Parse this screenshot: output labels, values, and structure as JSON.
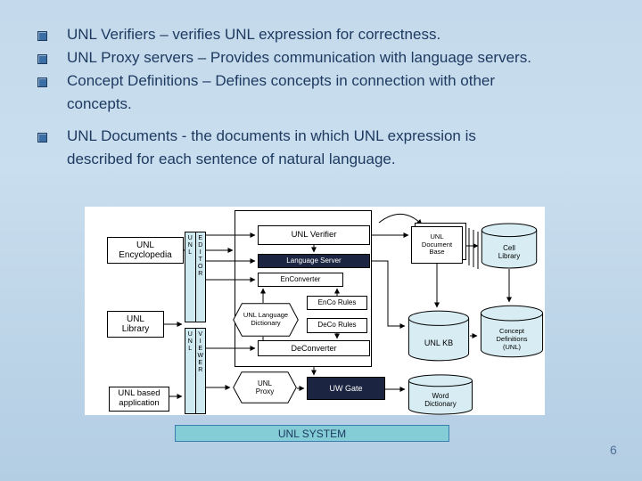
{
  "bullets": [
    "UNL Verifiers – verifies UNL expression for correctness.",
    "UNL Proxy servers – Provides communication with language servers.",
    "Concept Definitions – Defines concepts in connection with other\nconcepts.",
    "UNL Documents - the documents in which UNL expression is\ndescribed for each sentence of natural language."
  ],
  "diagram": {
    "nodes": {
      "unl_encyclopedia": "UNL\nEncyclopedia",
      "unl_library": "UNL\nLibrary",
      "unl_based_application": "UNL based\napplication",
      "unl_editor_unl": "U\nN\nL",
      "unl_editor_word": "E\nD\nI\nT\nO\nR",
      "unl_viewer_unl": "U\nN\nL",
      "unl_viewer_word": "V\nI\nE\nW\nE\nR",
      "unl_verifier": "UNL Verifier",
      "language_server": "Language Server",
      "enconverter": "EnConverter",
      "unl_language_dictionary": "UNL Language\nDictionary",
      "enco_rules": "EnCo Rules",
      "deco_rules": "DeCo Rules",
      "deconverter": "DeConverter",
      "unl_proxy": "UNL\nProxy",
      "uw_gate": "UW Gate",
      "unl_document_base": "UNL\nDocument\nBase",
      "cell_library": "Cell\nLibrary",
      "unl_kb": "UNL KB",
      "concept_definitions": "Concept\nDefinitions\n(UNL)",
      "word_dictionary": "Word\nDictionary"
    }
  },
  "footer": {
    "system_label": "UNL SYSTEM",
    "page_number": "6"
  },
  "colors": {
    "background_top": "#c4daec",
    "background_bottom": "#b3cde3",
    "text": "#1e3a60",
    "bullet_square": "#3a6ea5",
    "dark_box": "#1b2440",
    "shape_fill": "#d7edf3",
    "system_bar_fill": "#85cdd6",
    "system_bar_border": "#3c7fae"
  }
}
